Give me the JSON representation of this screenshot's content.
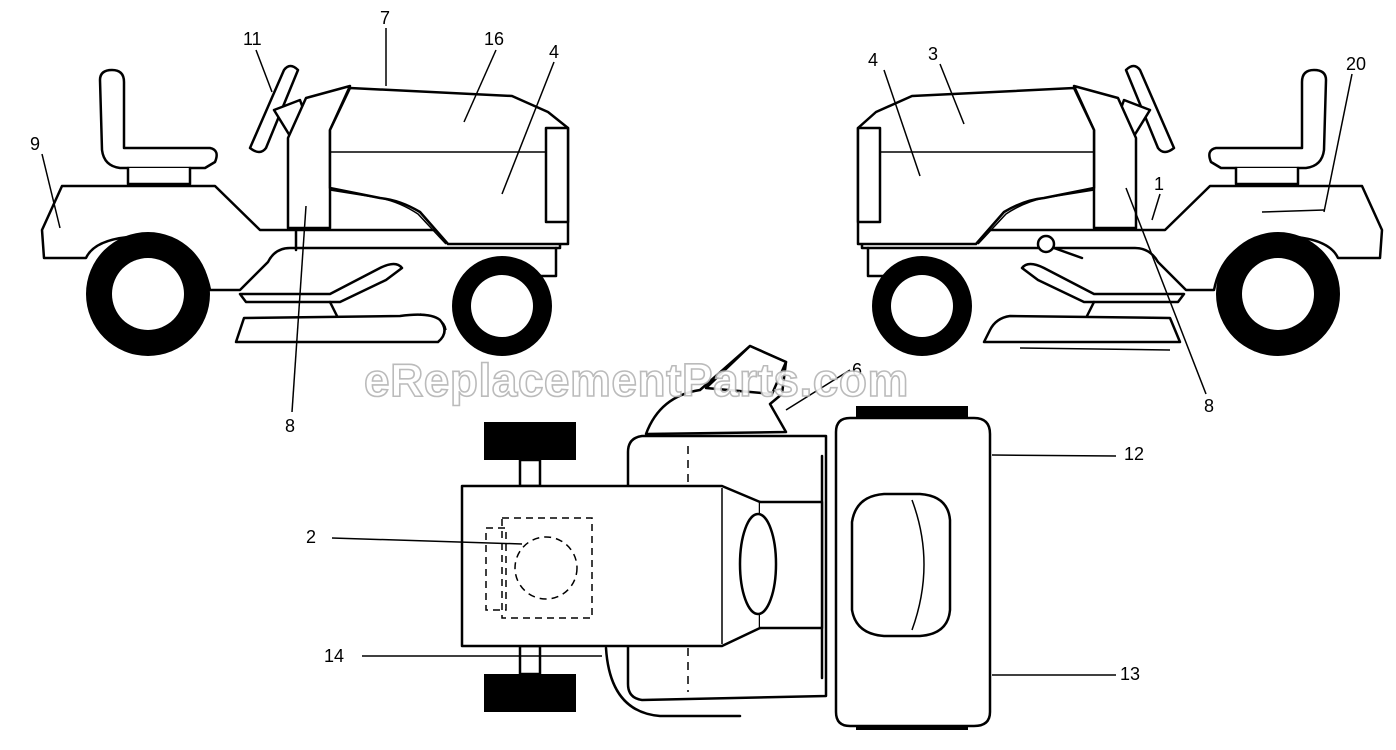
{
  "watermark": "eReplacementParts.com",
  "callouts": {
    "c1": "1",
    "c2": "2",
    "c3": "3",
    "c4a": "4",
    "c4b": "4",
    "c6": "6",
    "c7": "7",
    "c8a": "8",
    "c8b": "8",
    "c9": "9",
    "c11": "11",
    "c12": "12",
    "c13": "13",
    "c14": "14",
    "c16": "16",
    "c20": "20"
  },
  "views": [
    "left-side-view",
    "right-side-view",
    "top-view"
  ]
}
